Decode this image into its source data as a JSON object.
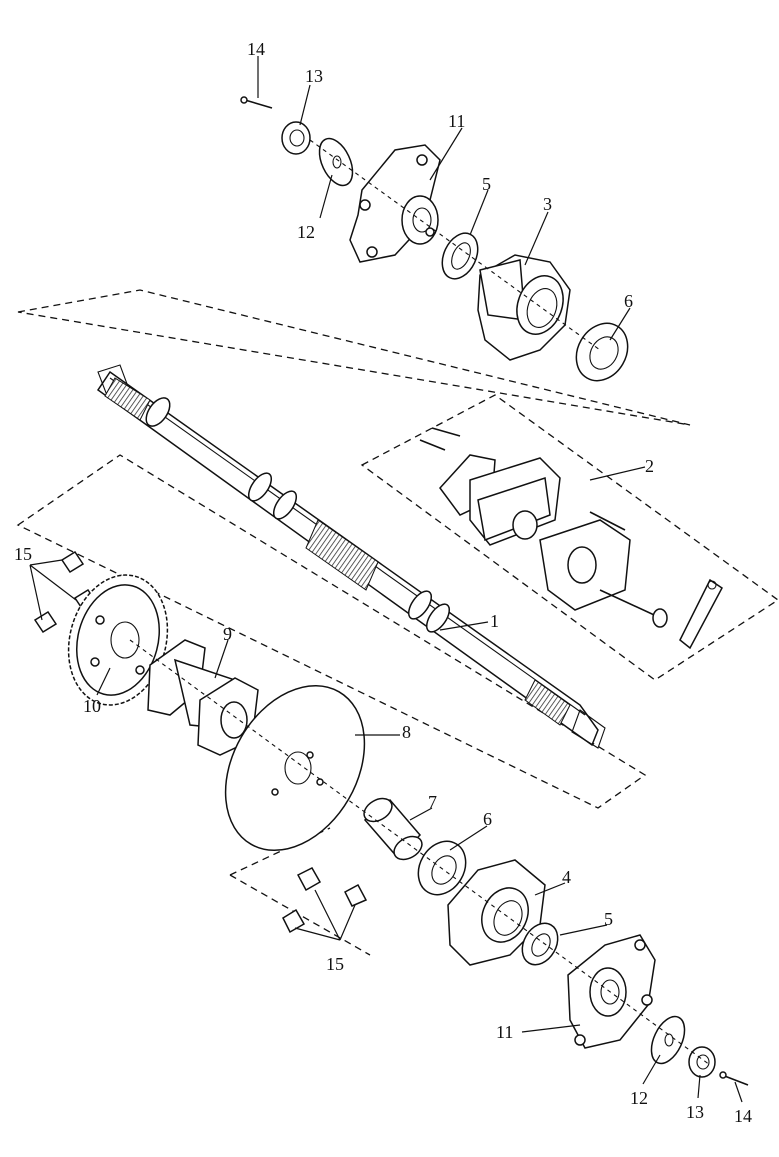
{
  "callouts": {
    "c1": "1",
    "c2": "2",
    "c3": "3",
    "c4": "4",
    "c5a": "5",
    "c5b": "5",
    "c6a": "6",
    "c6b": "6",
    "c7": "7",
    "c8": "8",
    "c9": "9",
    "c10": "10",
    "c11a": "11",
    "c11b": "11",
    "c12a": "12",
    "c12b": "12",
    "c13a": "13",
    "c13b": "13",
    "c14a": "14",
    "c14b": "14",
    "c15a": "15",
    "c15b": "15"
  }
}
